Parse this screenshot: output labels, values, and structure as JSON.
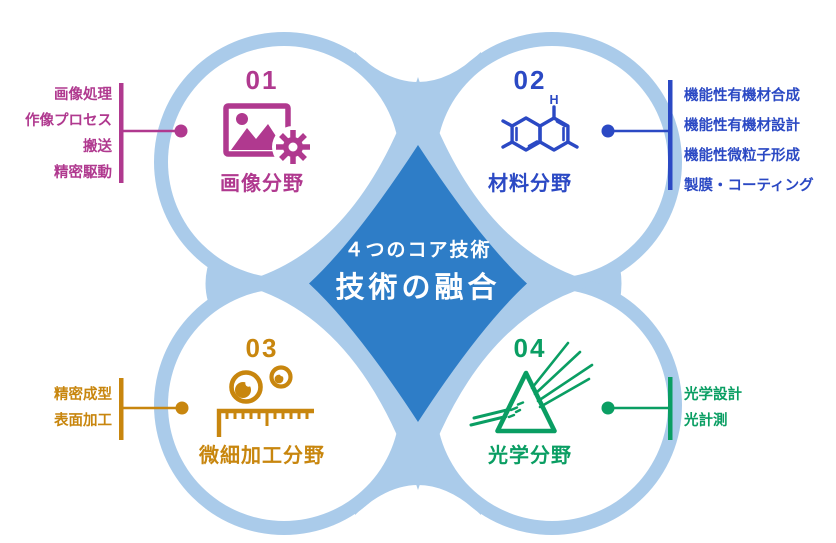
{
  "diagram_title": "４つのコア技術 技術の融合",
  "center": {
    "subtitle": "４つのコア技術",
    "title": "技術の融合"
  },
  "colors": {
    "light_blue": "#aacbea",
    "core_blue": "#2e7dc7",
    "white": "#ffffff",
    "image_magenta": "#b0398f",
    "material_blue": "#2b49c4",
    "micro_orange": "#c8860e",
    "optics_green": "#0a9e63"
  },
  "fields": [
    {
      "number": "01",
      "label": "画像分野",
      "icon": "image-gear-icon",
      "color": "#b0398f",
      "items": [
        "画像処理",
        "作像プロセス",
        "搬送",
        "精密駆動"
      ]
    },
    {
      "number": "02",
      "label": "材料分野",
      "icon": "molecule-icon",
      "color": "#2b49c4",
      "molecule_atom": "H",
      "items": [
        "機能性有機材合成",
        "機能性有機材設計",
        "機能性微粒子形成",
        "製膜・コーティング"
      ]
    },
    {
      "number": "03",
      "label": "微細加工分野",
      "icon": "spheres-ruler-icon",
      "color": "#c8860e",
      "items": [
        "精密成型",
        "表面加工"
      ]
    },
    {
      "number": "04",
      "label": "光学分野",
      "icon": "prism-icon",
      "color": "#0a9e63",
      "items": [
        "光学設計",
        "光計測"
      ]
    }
  ]
}
